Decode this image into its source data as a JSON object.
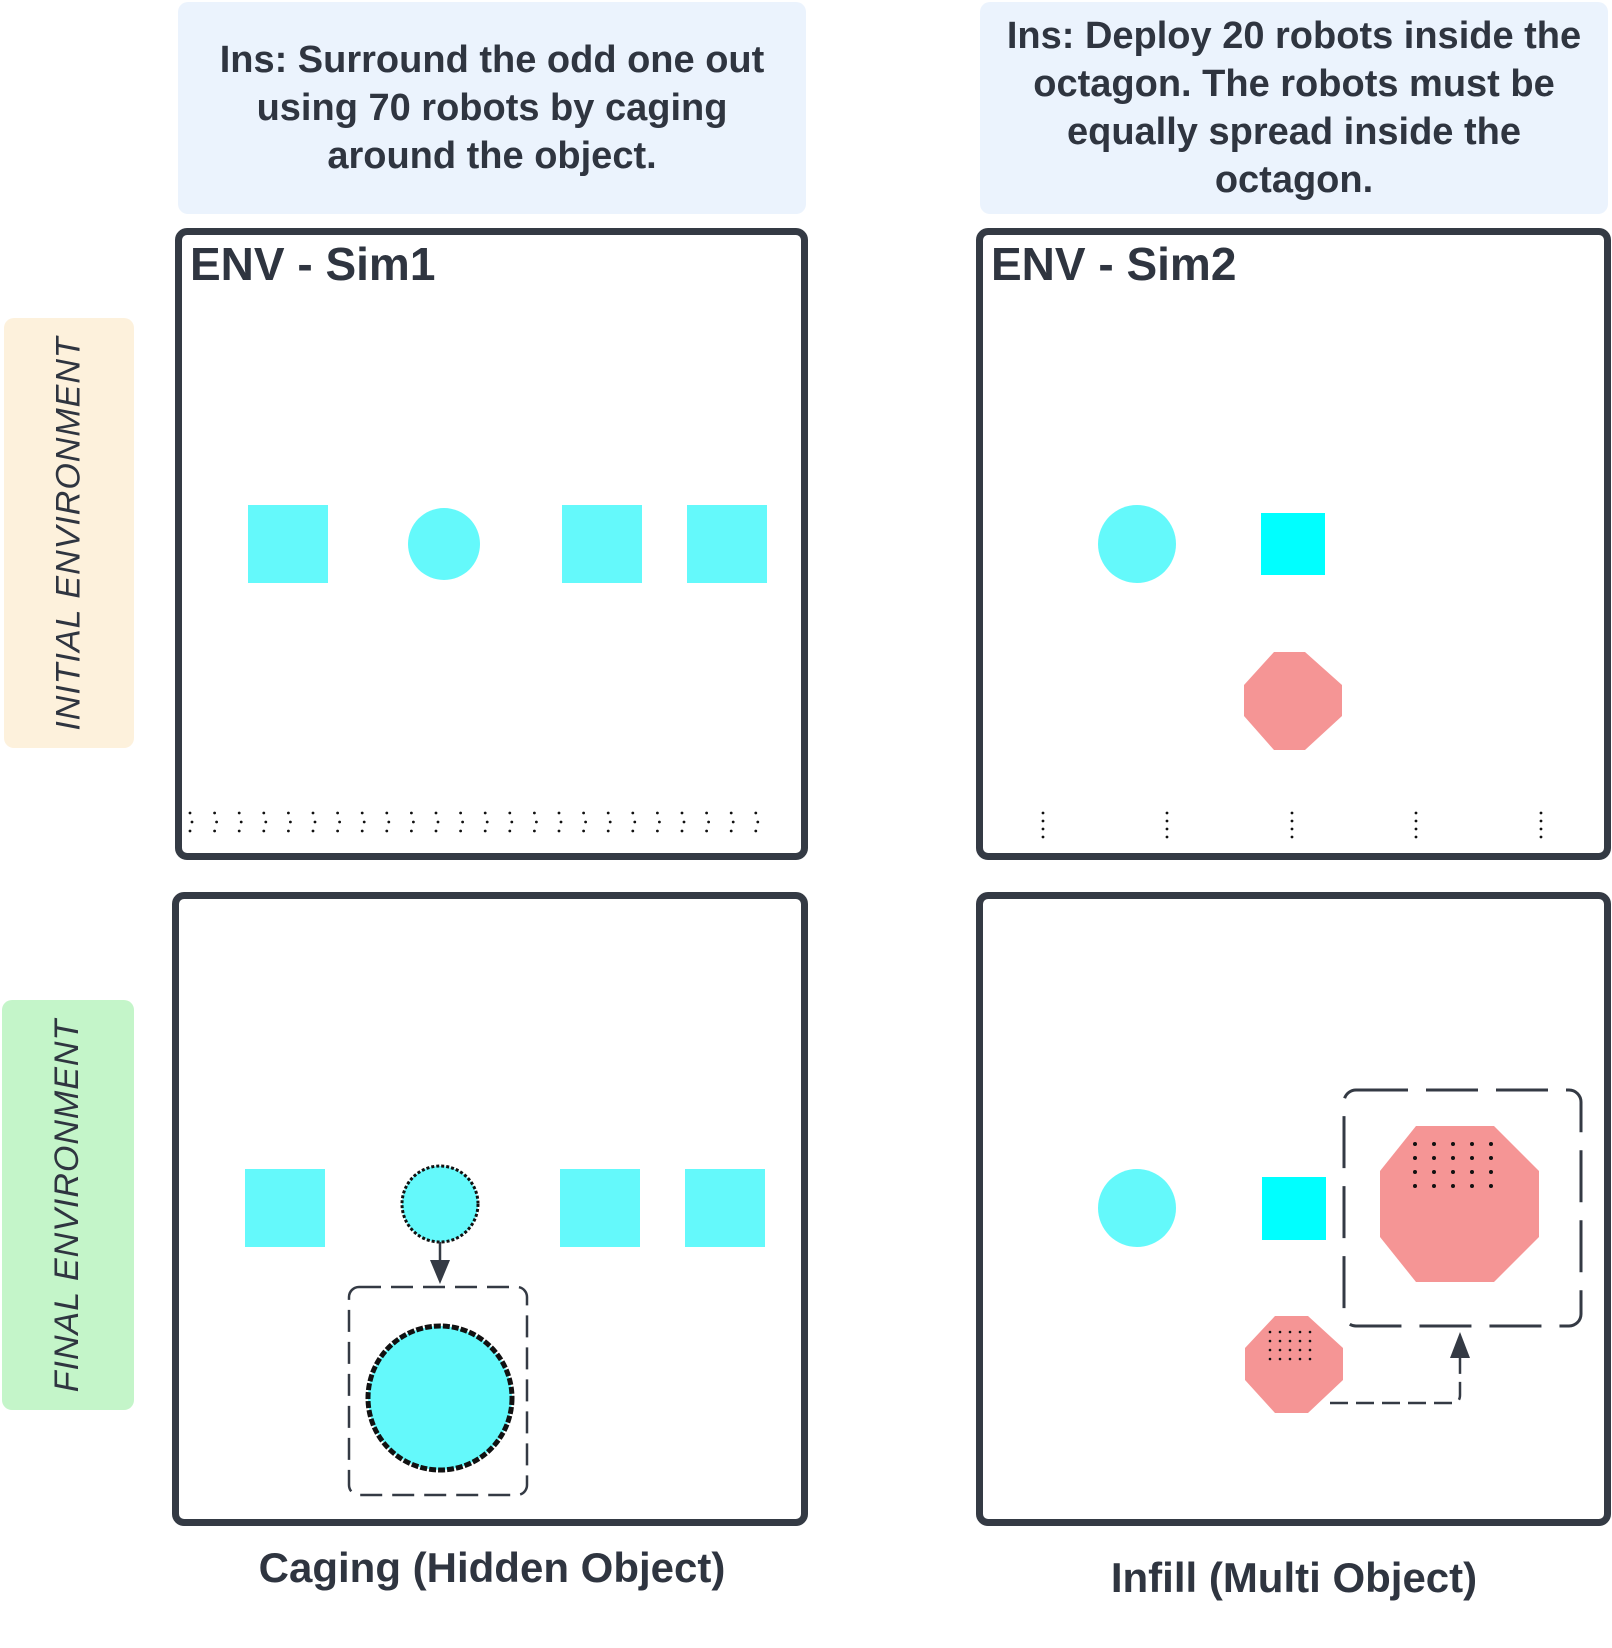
{
  "instructions": {
    "sim1": "Ins: Surround the odd one out using 70 robots by caging around the object.",
    "sim2": "Ins: Deploy 20 robots inside the octagon. The robots must be equally spread inside the octagon."
  },
  "row_labels": {
    "initial": "INITIAL ENVIRONMENT",
    "final": "FINAL ENVIRONMENT"
  },
  "environments": {
    "sim1": "ENV - Sim1",
    "sim2": "ENV - Sim2"
  },
  "captions": {
    "sim1": "Caging (Hidden Object)",
    "sim2": "Infill (Multi Object)"
  },
  "colors": {
    "cyan_shape": "#64f9fb",
    "cyan_square_bright": "#00ffff",
    "octagon": "#f59595",
    "initial_label_bg": "#fdf1dc",
    "final_label_bg": "#c4f5c9",
    "instruction_bg": "#ebf3fd",
    "frame_border": "#343a44"
  }
}
